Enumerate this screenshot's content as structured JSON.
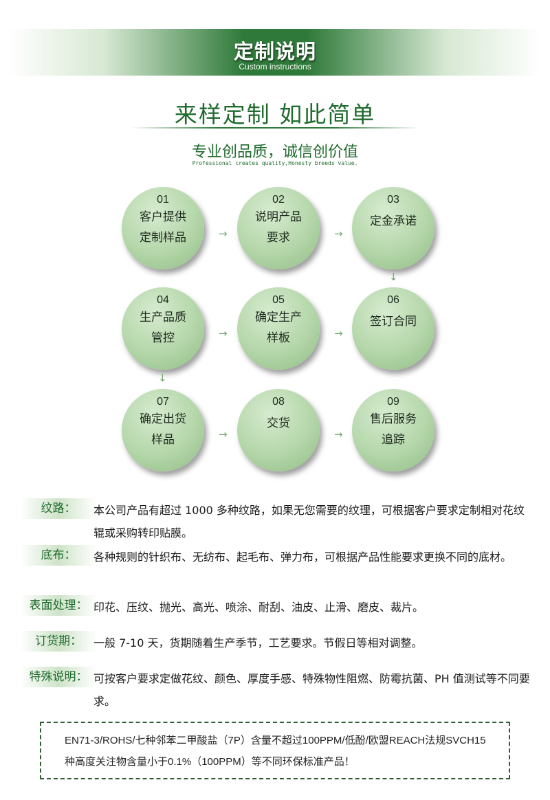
{
  "header": {
    "title": "定制说明",
    "subtitle": "Custom instructions"
  },
  "headline": "来样定制  如此简单",
  "slogan": "专业创品质，诚信创价值",
  "slogan_en": "Professional creates quality,Honesty breeds value.",
  "steps": [
    {
      "num": "01",
      "line1": "客户提供",
      "line2": "定制样品"
    },
    {
      "num": "02",
      "line1": "说明产品",
      "line2": "要求"
    },
    {
      "num": "03",
      "line1": "定金承诺",
      "line2": ""
    },
    {
      "num": "04",
      "line1": "生产品质",
      "line2": "管控"
    },
    {
      "num": "05",
      "line1": "确定生产",
      "line2": "样板"
    },
    {
      "num": "06",
      "line1": "签订合同",
      "line2": ""
    },
    {
      "num": "07",
      "line1": "确定出货",
      "line2": "样品"
    },
    {
      "num": "08",
      "line1": "交货",
      "line2": ""
    },
    {
      "num": "09",
      "line1": "售后服务",
      "line2": "追踪"
    }
  ],
  "arrow_right": "→",
  "arrow_down": "↓",
  "info": [
    {
      "label": "纹路：",
      "text": "本公司产品有超过 1000 多种纹路，如果无您需要的纹理，可根据客户要求定制相对花纹辊或采购转印贴膜。"
    },
    {
      "label": "底布：",
      "text": "各种规则的针织布、无纺布、起毛布、弹力布，可根据产品性能要求更换不同的底材。"
    },
    {
      "label": "表面处理：",
      "text": "印花、压纹、抛光、高光、喷涂、耐刮、油皮、止滑、磨皮、裁片。"
    },
    {
      "label": "订货期：",
      "text": "一般 7-10 天，货期随着生产季节，工艺要求。节假日等相对调整。"
    },
    {
      "label": "特殊说明：",
      "text": "可按客户要求定做花纹、颜色、厚度手感、特殊物性阻燃、防霉抗菌、PH 值测试等不同要求。"
    }
  ],
  "notice": "EN71-3/ROHS/七种邻苯二甲酸盐（7P）含量不超过100PPM/低酚/欧盟REACH法规SVCH15种高度关注物含量小于0.1%（100PPM）等不同环保标准产品！"
}
